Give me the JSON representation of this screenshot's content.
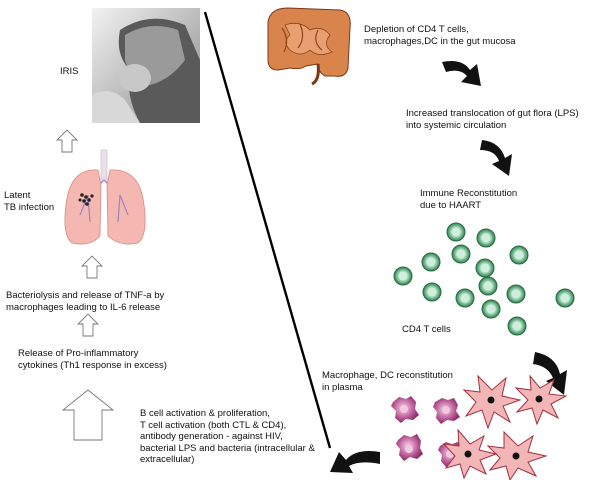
{
  "labels": {
    "iris": "IRIS",
    "latent_tb": "Latent\nTB infection",
    "bacteriolysis": "Bacteriolysis and release of TNF-a by\nmacrophages leading to IL-6 release",
    "proinflammatory": "Release of Pro-inflammatory\ncytokines (Th1 response in excess)",
    "b_cell": "B cell activation & proliferation,\nT cell activation (both CTL & CD4),\nantibody generation - against HIV,\nbacterial LPS and bacteria (intracellular &\nextracellular)",
    "depletion": "Depletion of CD4 T cells,\nmacrophages,DC in the gut mucosa",
    "translocation": "Increased translocation of gut flora (LPS)\ninto systemic circulation",
    "immune_reconstitution": "Immune Reconstitution\ndue to HAART",
    "cd4_cells": "CD4  T cells",
    "macrophage": "Macrophage, DC reconstitution\nin plasma"
  },
  "colors": {
    "arrow_black": "#111111",
    "cd4_outer": "#3f8f5f",
    "cd4_inner": "#cfeedd",
    "macrophage": "#a8487e",
    "dendritic": "#f0b0b0",
    "lung": "#f4b8b0",
    "gut": "#c8703c"
  },
  "icons": [
    "patient-photo",
    "lungs-illustration",
    "intestine-illustration",
    "cd4-t-cell",
    "macrophage-cell",
    "dendritic-cell"
  ]
}
